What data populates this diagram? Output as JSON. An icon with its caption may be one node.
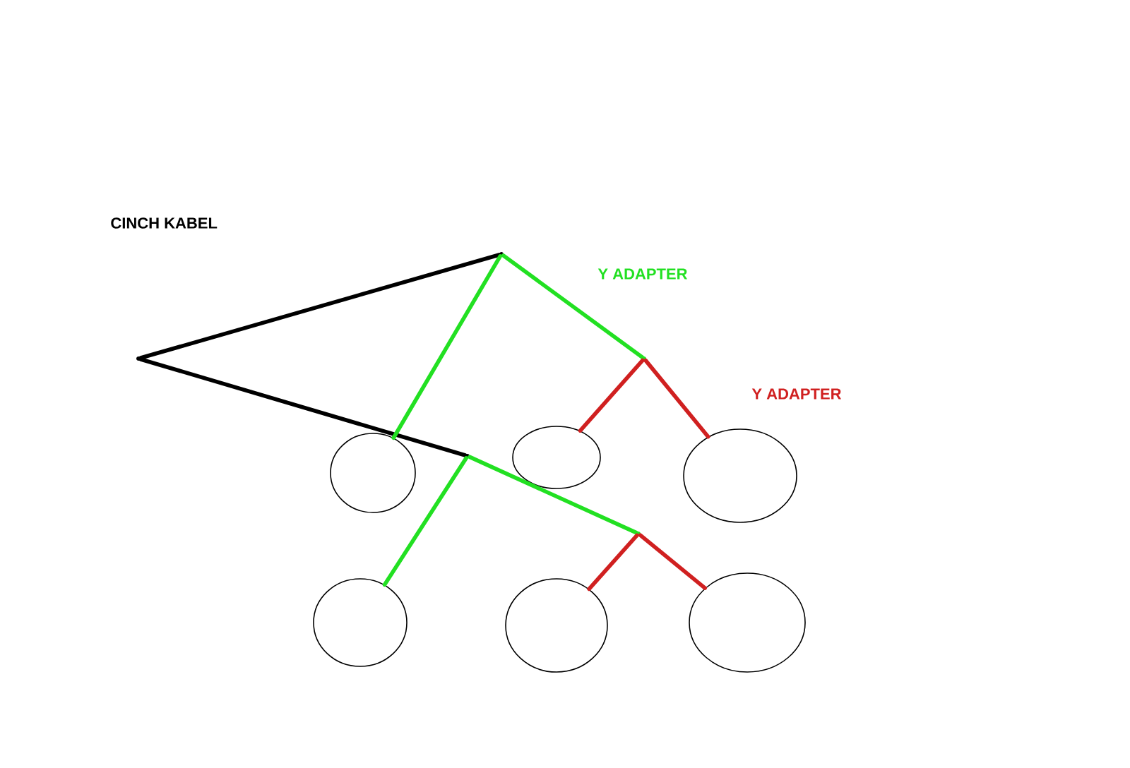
{
  "diagram": {
    "nodes": [
      {
        "text": [],
        "shape": "point"
      },
      {
        "text": [],
        "shape": "point"
      },
      {
        "text": [],
        "shape": "point"
      },
      {
        "text": [],
        "shape": "point"
      },
      {
        "text": [],
        "shape": "point"
      },
      {
        "text": [],
        "shape": "circle"
      },
      {
        "text": [],
        "shape": "circle"
      },
      {
        "text": [],
        "shape": "circle"
      },
      {
        "text": [],
        "shape": "circle"
      },
      {
        "text": [],
        "shape": "circle"
      },
      {
        "text": [],
        "shape": "circle"
      }
    ],
    "edges": [
      {
        "from": 0,
        "to": 1,
        "arrow": "none",
        "color": "#000000"
      },
      {
        "from": 0,
        "to": 3,
        "arrow": "none",
        "color": "#000000"
      },
      {
        "from": 1,
        "to": 5,
        "arrow": "none",
        "color": "#22e022"
      },
      {
        "from": 1,
        "to": 2,
        "arrow": "none",
        "color": "#22e022"
      },
      {
        "from": 2,
        "to": 6,
        "arrow": "none",
        "color": "#d02020"
      },
      {
        "from": 2,
        "to": 7,
        "arrow": "none",
        "color": "#d02020"
      },
      {
        "from": 3,
        "to": 8,
        "arrow": "none",
        "color": "#22e022"
      },
      {
        "from": 3,
        "to": 4,
        "arrow": "none",
        "color": "#22e022"
      },
      {
        "from": 4,
        "to": 9,
        "arrow": "none",
        "color": "#d02020"
      },
      {
        "from": 4,
        "to": 10,
        "arrow": "none",
        "color": "#d02020"
      }
    ],
    "labels": [
      "CINCH KABEL",
      "Y ADAPTER",
      "Y ADAPTER"
    ]
  }
}
